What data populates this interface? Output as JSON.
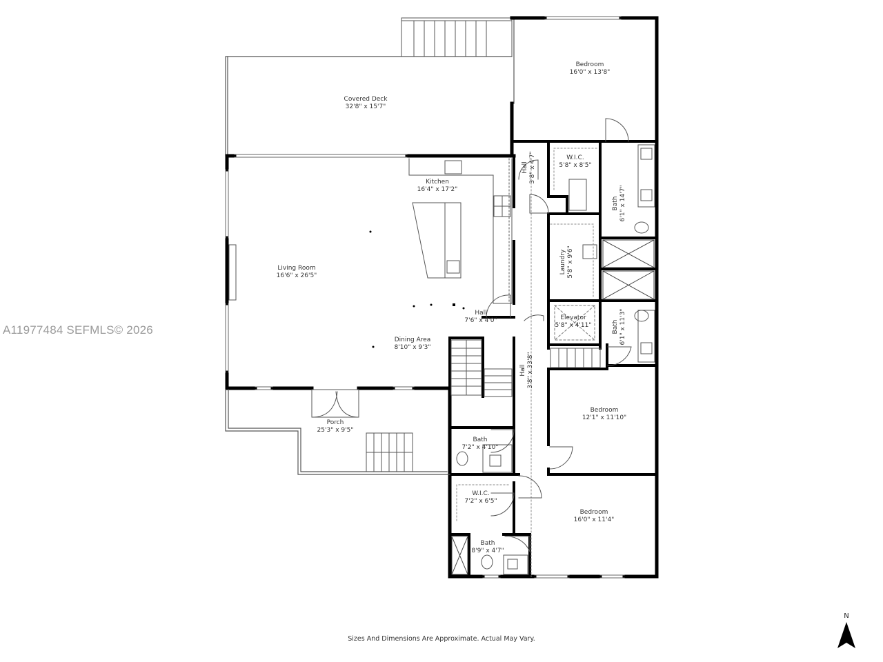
{
  "watermark": "A11977484  SEFMLS© 2026",
  "disclaimer": "Sizes And Dimensions Are Approximate. Actual May Vary.",
  "north_label": "N",
  "rooms": [
    {
      "id": "covered-deck",
      "name": "Covered Deck",
      "dims": "32'8\" x 15'7\""
    },
    {
      "id": "bedroom-north",
      "name": "Bedroom",
      "dims": "16'0\" x 13'8\""
    },
    {
      "id": "hall-north",
      "name": "Hall",
      "dims": "3'8\" x 4'7\""
    },
    {
      "id": "wic-north",
      "name": "W.I.C.",
      "dims": "5'8\" x 8'5\""
    },
    {
      "id": "bath-north",
      "name": "Bath",
      "dims": "6'1\" x 14'7\""
    },
    {
      "id": "kitchen",
      "name": "Kitchen",
      "dims": "16'4\" x 17'2\""
    },
    {
      "id": "living-room",
      "name": "Living Room",
      "dims": "16'6\" x 26'5\""
    },
    {
      "id": "laundry",
      "name": "Laundry",
      "dims": "5'8\" x 9'6\""
    },
    {
      "id": "elevator",
      "name": "Elevator",
      "dims": "5'8\" x 4'11\""
    },
    {
      "id": "bath-middle",
      "name": "Bath",
      "dims": "6'1\" x 11'3\""
    },
    {
      "id": "hall-entry",
      "name": "Hall",
      "dims": "7'6\" x 4'0\""
    },
    {
      "id": "dining-area",
      "name": "Dining Area",
      "dims": "8'10\" x 9'3\""
    },
    {
      "id": "hall-long",
      "name": "Hall",
      "dims": "3'8\" x 33'8\""
    },
    {
      "id": "bedroom-middle",
      "name": "Bedroom",
      "dims": "12'1\" x 11'10\""
    },
    {
      "id": "porch",
      "name": "Porch",
      "dims": "25'3\" x 9'5\""
    },
    {
      "id": "bath-small",
      "name": "Bath",
      "dims": "7'2\" x 4'10\""
    },
    {
      "id": "wic-south",
      "name": "W.I.C.",
      "dims": "7'2\" x 6'5\""
    },
    {
      "id": "bedroom-south",
      "name": "Bedroom",
      "dims": "16'0\" x 11'4\""
    },
    {
      "id": "bath-south",
      "name": "Bath",
      "dims": "8'9\" x 4'7\""
    }
  ]
}
